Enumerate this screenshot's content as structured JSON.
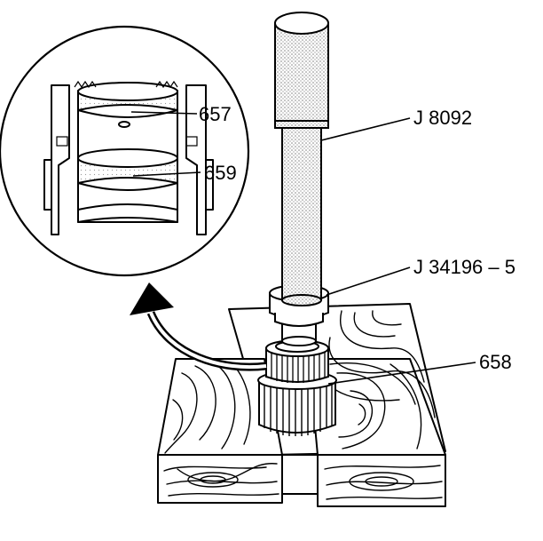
{
  "labels": {
    "tool_shaft": "J 8092",
    "tool_adapter": "J 34196 – 5",
    "part_gear": "658",
    "part_bearing_upper": "657",
    "part_bearing_lower": "659"
  },
  "colors": {
    "ink": "#000000",
    "paper": "#ffffff",
    "stipple": "#7a7a7a"
  }
}
